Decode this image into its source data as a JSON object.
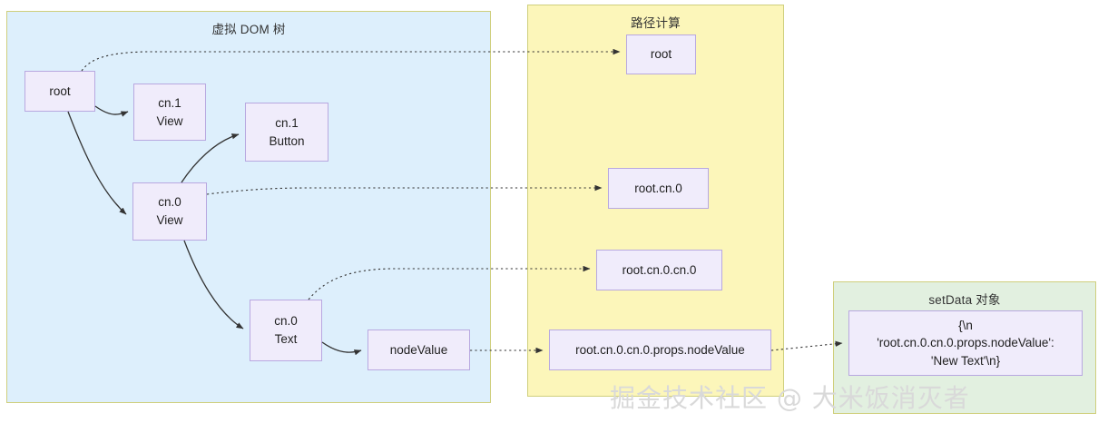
{
  "panels": [
    {
      "id": "vdom",
      "title": "虚拟 DOM 树",
      "bg": "#ddeffc",
      "border": "#cfcf7d"
    },
    {
      "id": "path",
      "title": "路径计算",
      "bg": "#fcf6ba",
      "border": "#cfcf7d"
    },
    {
      "id": "setdata",
      "title": "setData 对象",
      "bg": "#e2f0e0",
      "border": "#cfcf7d"
    }
  ],
  "vdom_nodes": [
    {
      "id": "root",
      "line1": "root",
      "line2": ""
    },
    {
      "id": "cn1view",
      "line1": "cn.1",
      "line2": "View"
    },
    {
      "id": "cn1btn",
      "line1": "cn.1",
      "line2": "Button"
    },
    {
      "id": "cn0view",
      "line1": "cn.0",
      "line2": "View"
    },
    {
      "id": "cn0text",
      "line1": "cn.0",
      "line2": "Text"
    },
    {
      "id": "nodevalue",
      "line1": "nodeValue",
      "line2": ""
    }
  ],
  "path_nodes": [
    {
      "id": "p-root",
      "label": "root"
    },
    {
      "id": "p-cn0",
      "label": "root.cn.0"
    },
    {
      "id": "p-cn0cn0",
      "label": "root.cn.0.cn.0"
    },
    {
      "id": "p-nodevalue",
      "label": "root.cn.0.cn.0.props.nodeValue"
    }
  ],
  "setdata_node": {
    "line1": "{\\n",
    "line2": "'root.cn.0.cn.0.props.nodeValue':",
    "line3": "'New Text'\\n}"
  },
  "watermark": "掘金技术社区 @ 大米饭消灭者",
  "colors": {
    "node_fill": "#f0ecfb",
    "node_border": "#b8a8e0",
    "edge": "#333333",
    "panel_border": "#cfcf7d"
  }
}
